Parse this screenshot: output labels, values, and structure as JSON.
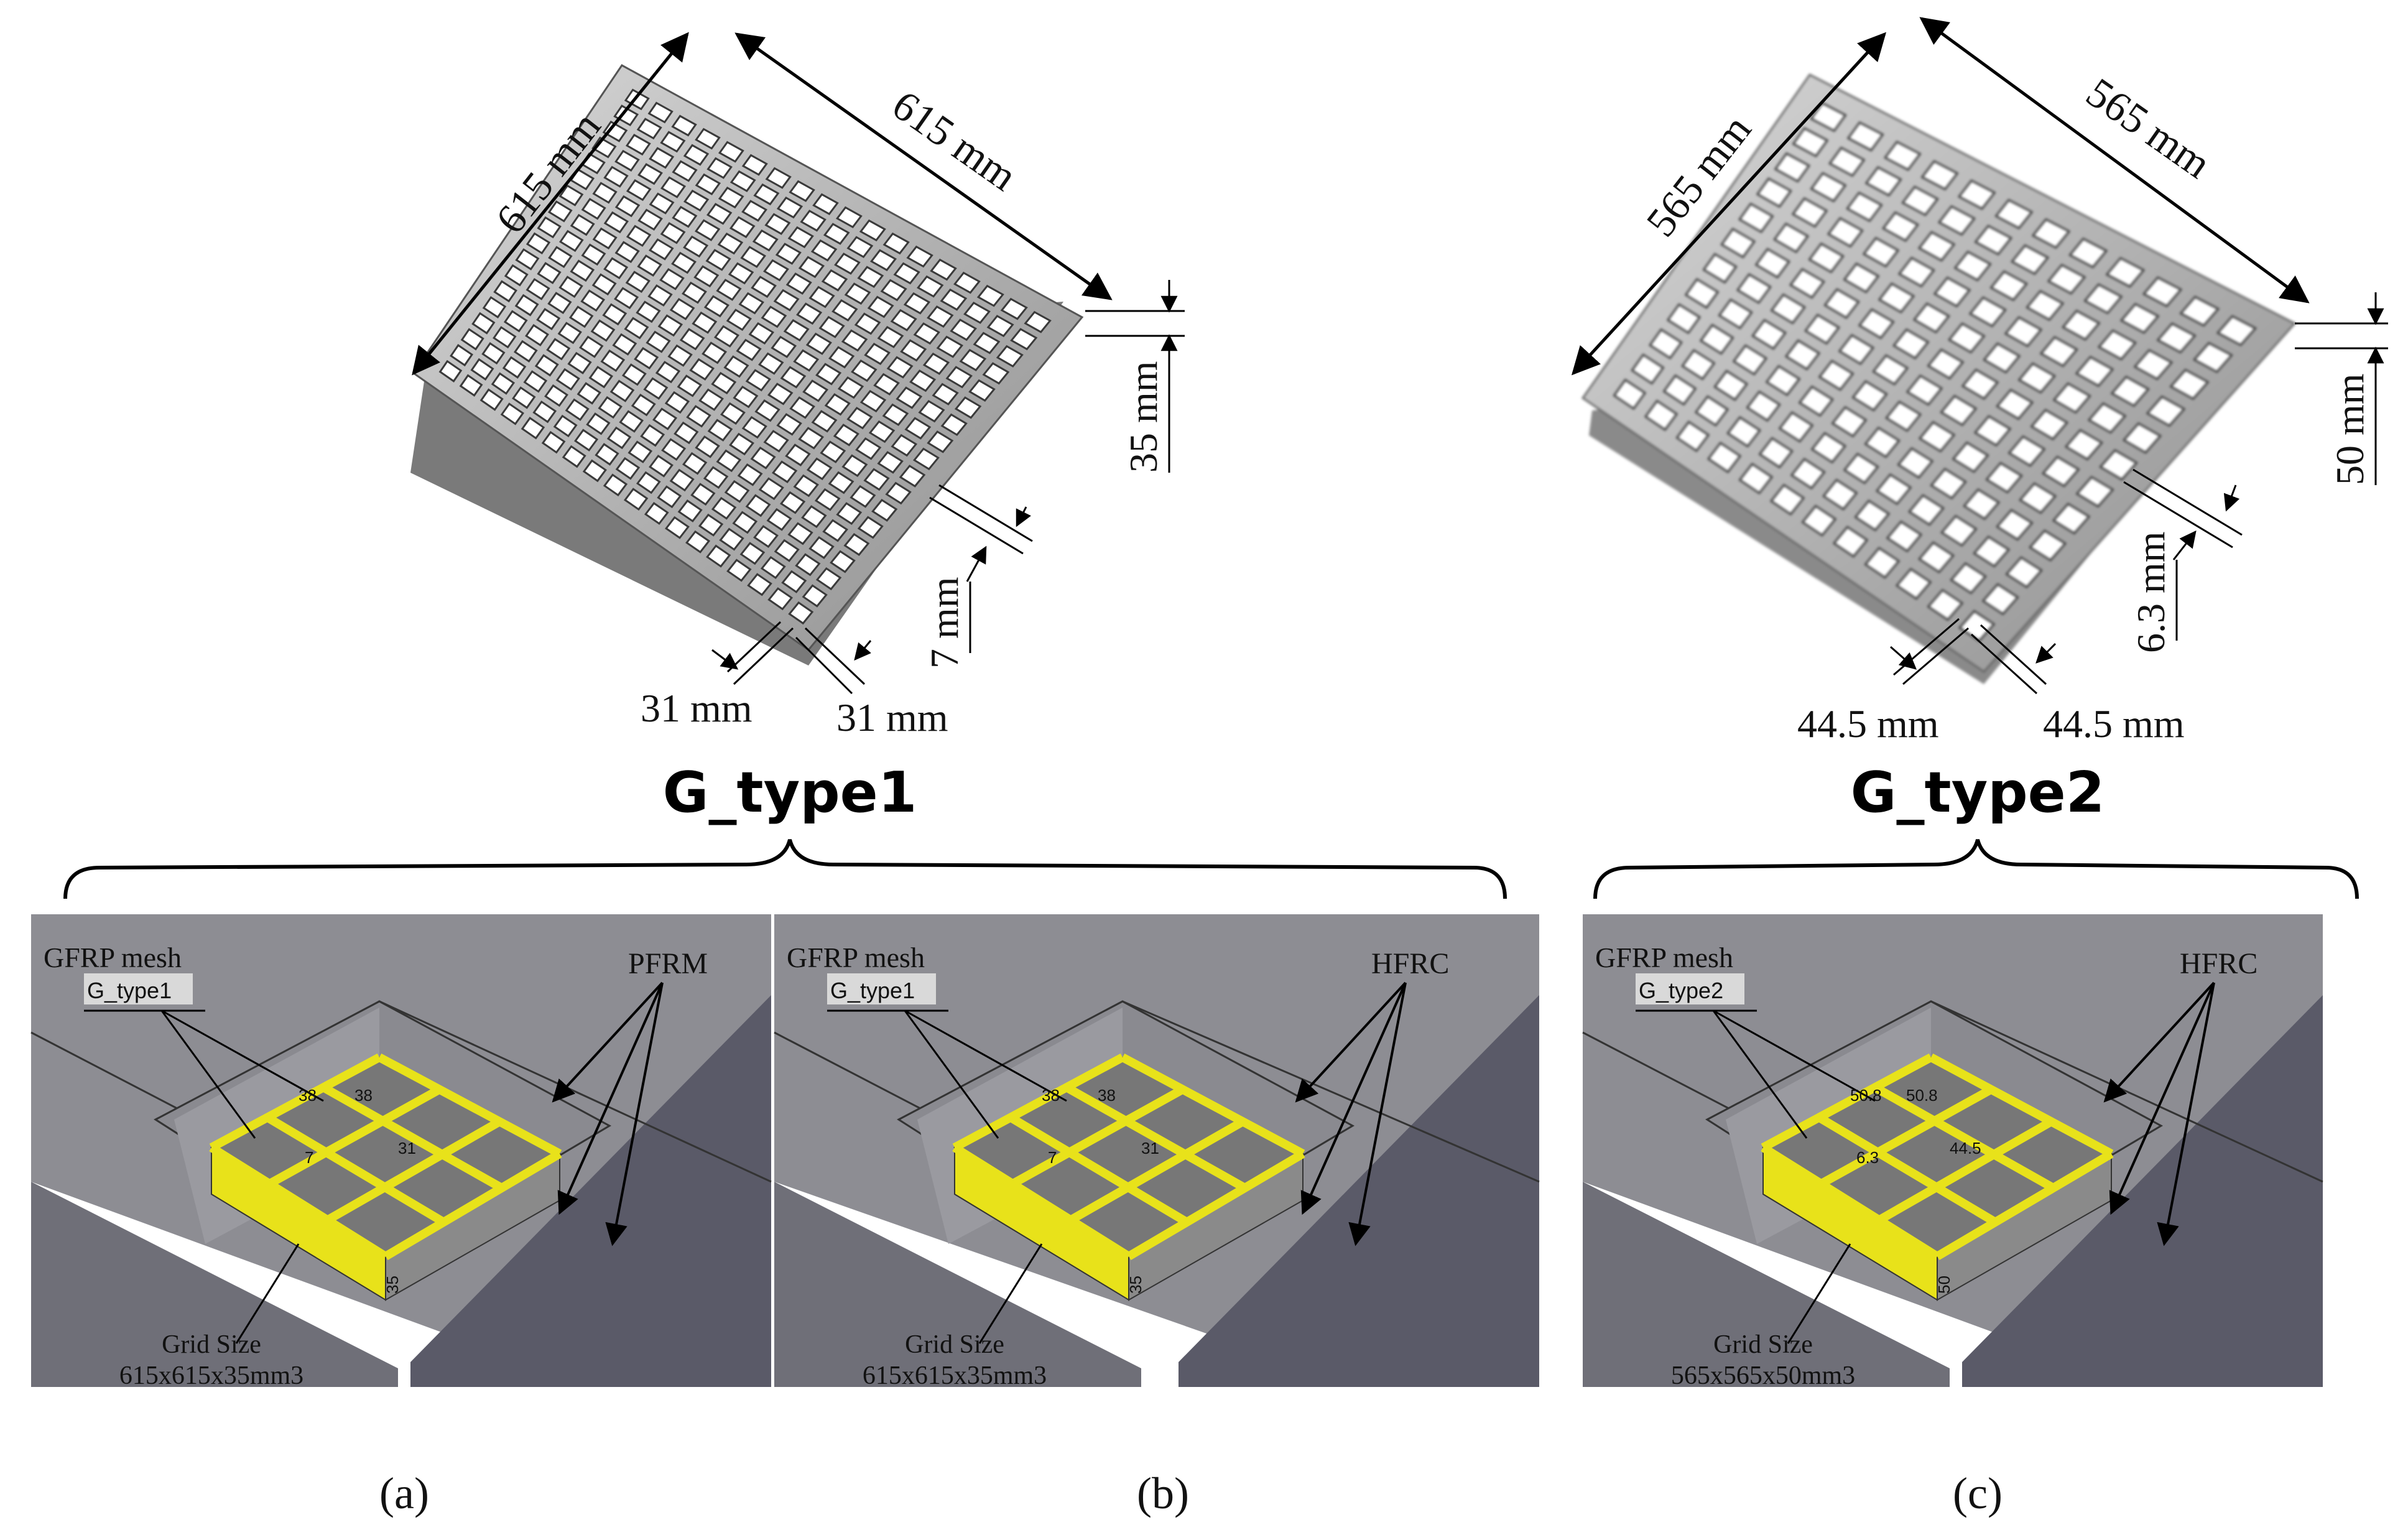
{
  "figure": {
    "top_left": {
      "name": "G_type1",
      "side_a": "615 mm",
      "side_b": "615 mm",
      "height": "35 mm",
      "rib": "7 mm",
      "cell_a": "31 mm",
      "cell_b": "31 mm"
    },
    "top_right": {
      "name": "G_type2",
      "side_a": "565 mm",
      "side_b": "565 mm",
      "height": "50 mm",
      "rib": "6.3 mm",
      "cell_a": "44.5 mm",
      "cell_b": "44.5 mm"
    },
    "panels": [
      {
        "caption": "(a)",
        "mesh_label": "GFRP mesh",
        "mesh_type": "G_type1",
        "fill_label": "PFRM",
        "grid_size_label": "Grid Size",
        "grid_size_value": "615x615x35mm3",
        "dim_top_left": "38",
        "dim_top_right": "38",
        "dim_mid": "31",
        "dim_rib": "7",
        "dim_height": "35"
      },
      {
        "caption": "(b)",
        "mesh_label": "GFRP mesh",
        "mesh_type": "G_type1",
        "fill_label": "HFRC",
        "grid_size_label": "Grid Size",
        "grid_size_value": "615x615x35mm3",
        "dim_top_left": "38",
        "dim_top_right": "38",
        "dim_mid": "31",
        "dim_rib": "7",
        "dim_height": "35"
      },
      {
        "caption": "(c)",
        "mesh_label": "GFRP mesh",
        "mesh_type": "G_type2",
        "fill_label": "HFRC",
        "grid_size_label": "Grid Size",
        "grid_size_value": "565x565x50mm3",
        "dim_top_left": "50.8",
        "dim_top_right": "50.8",
        "dim_mid": "44.5",
        "dim_rib": "6.3",
        "dim_height": "50"
      }
    ]
  },
  "colors": {
    "mesh_yellow": "#e8e21a",
    "block_top": "#8d8d93",
    "block_side": "#5a5a68",
    "grating": "#a9a9a9"
  }
}
